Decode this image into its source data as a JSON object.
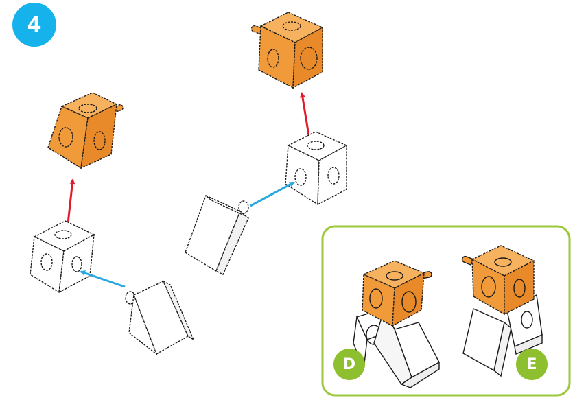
{
  "step": {
    "number": "4"
  },
  "variants": [
    {
      "label": "D"
    },
    {
      "label": "E"
    }
  ],
  "colors": {
    "step_badge": "#16b2ec",
    "variant_badge": "#8dbf2f",
    "inset_border": "#9cc83a",
    "cube_orange": "#f19a3a",
    "arrow_up": "#e21b2c",
    "arrow_connect": "#29a7e0",
    "line": "#1a1a1a"
  },
  "icons": [
    "arrow-up-icon",
    "arrow-connect-icon"
  ]
}
